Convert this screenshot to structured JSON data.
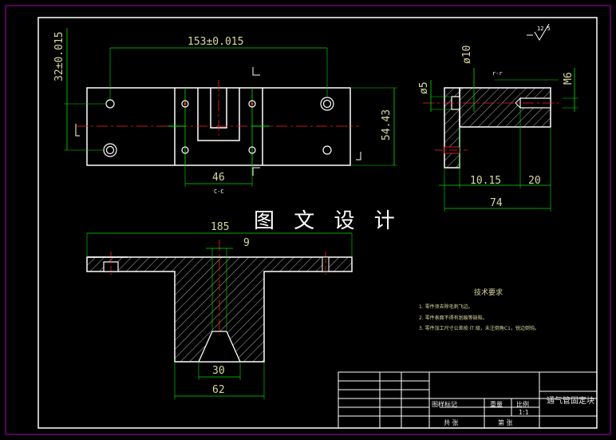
{
  "watermark": "图 文 设 计",
  "dimensions": {
    "top_length": "153±0.015",
    "top_height": "32±0.015",
    "right_height": "54.43",
    "slot_width": "46",
    "section_label": "C-C",
    "side_dia_small": "ø5",
    "side_dia_large": "ø10",
    "side_thread": "M6",
    "side_depth": "10.15",
    "side_right": "20",
    "side_total": "74",
    "front_total": "185",
    "front_center": "9",
    "front_inner": "30",
    "front_base": "62"
  },
  "roughness": "12.5",
  "tech_requirements": {
    "title": "技术要求",
    "items": [
      "1. 零件须去除毛刺飞边。",
      "2. 零件表面不得有划痕等缺陷。",
      "3. 零件加工尺寸公差按 IT 级，未注倒角C1，锐边倒钝。"
    ]
  },
  "title_block": {
    "part_name": "通气管固定块",
    "drawing_no": "图样标记",
    "weight": "重量",
    "scale": "比例",
    "scale_value": "1:1",
    "sheet": "共 张",
    "page": "第 张"
  }
}
